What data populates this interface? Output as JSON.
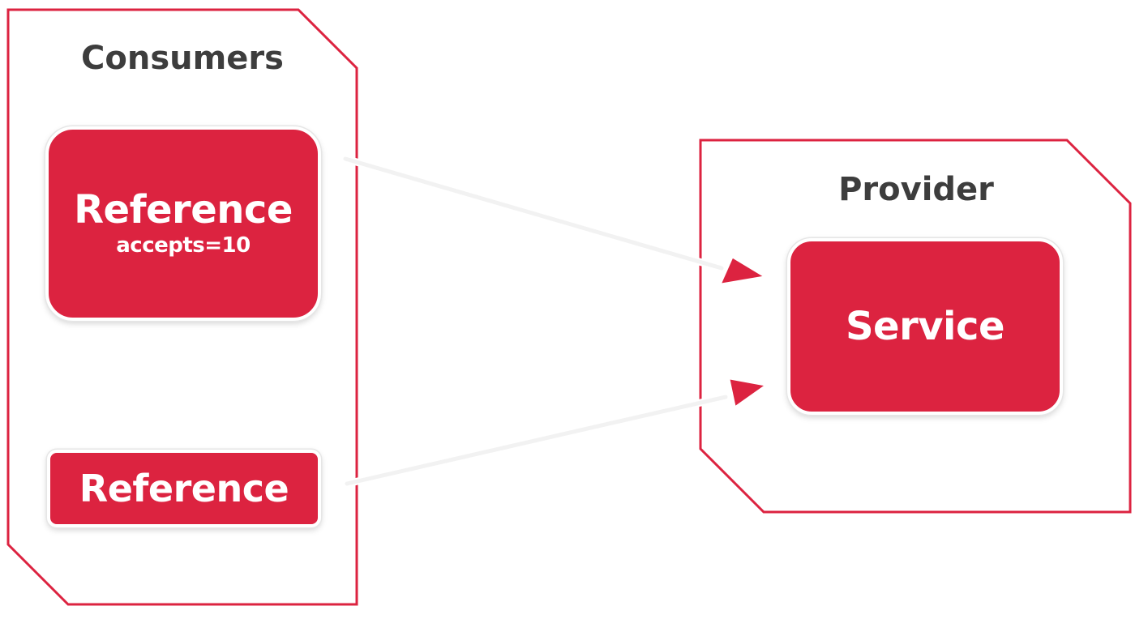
{
  "colors": {
    "accent": "#dc2340",
    "frame_fill": "#ffffff",
    "title_text": "#3d3d3d",
    "node_text": "#ffffff",
    "arrow_stroke": "#f2f2f2"
  },
  "consumers": {
    "title": "Consumers",
    "references": [
      {
        "label": "Reference",
        "sublabel": "accepts=10"
      },
      {
        "label": "Reference"
      }
    ]
  },
  "provider": {
    "title": "Provider",
    "service": {
      "label": "Service"
    }
  },
  "connections": [
    {
      "from": "consumers.references.0",
      "to": "provider.service"
    },
    {
      "from": "consumers.references.1",
      "to": "provider.service"
    }
  ]
}
